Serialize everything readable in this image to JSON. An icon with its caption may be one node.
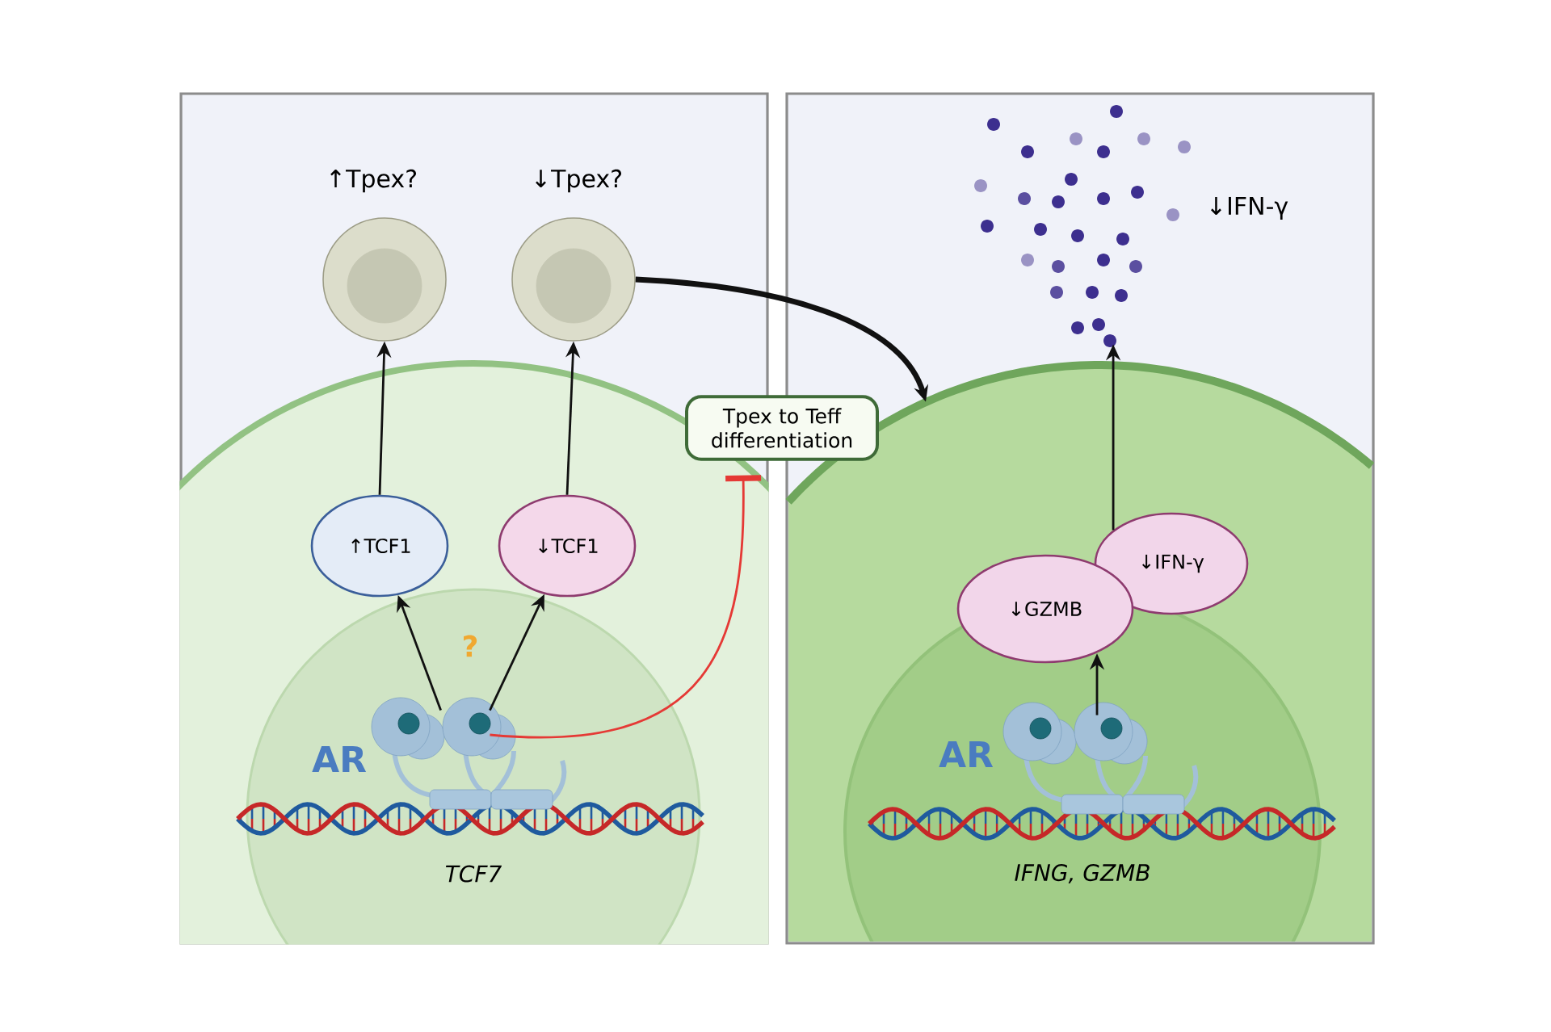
{
  "diagram": {
    "nodes": [
      {
        "text": [],
        "shape": "box"
      },
      {
        "text": [
          "↑Tpex?"
        ],
        "in": 0
      },
      {
        "text": [
          "↓Tpex?"
        ],
        "in": 0
      },
      {
        "text": [
          "↑TCF1"
        ],
        "in": 0
      },
      {
        "text": [
          "↓TCF1"
        ],
        "in": 0
      },
      {
        "text": [
          "AR",
          "TCF7"
        ],
        "in": 0
      },
      {
        "text": [
          "Tpex to Teff differentiation"
        ]
      },
      {
        "text": [],
        "shape": "box"
      },
      {
        "text": [
          "↓IFN-γ"
        ],
        "in": 7
      },
      {
        "text": [],
        "shape": "circle",
        "in": 7
      },
      {
        "text": [
          "↓GZMB"
        ],
        "in": 9
      },
      {
        "text": [
          "↓IFN-γ"
        ],
        "in": 9
      },
      {
        "text": [
          "AR",
          "IFNG, GZMB"
        ],
        "in": 9
      }
    ],
    "edges": [
      {
        "from": 3,
        "to": 1,
        "arrow": "to"
      },
      {
        "from": 4,
        "to": 2,
        "arrow": "to"
      },
      {
        "from": 5,
        "to": 3,
        "arrow": "to"
      },
      {
        "from": 5,
        "to": 4,
        "arrow": "to"
      },
      {
        "from": 5,
        "to": 6,
        "arrow": "other",
        "color": "#e53935"
      },
      {
        "from": 2,
        "to": 9,
        "arrow": "to",
        "style": "thick"
      },
      {
        "from": 12,
        "to": 10,
        "arrow": "to"
      },
      {
        "from": 11,
        "to": 8,
        "arrow": "to"
      }
    ],
    "labels": [
      "?"
    ]
  }
}
